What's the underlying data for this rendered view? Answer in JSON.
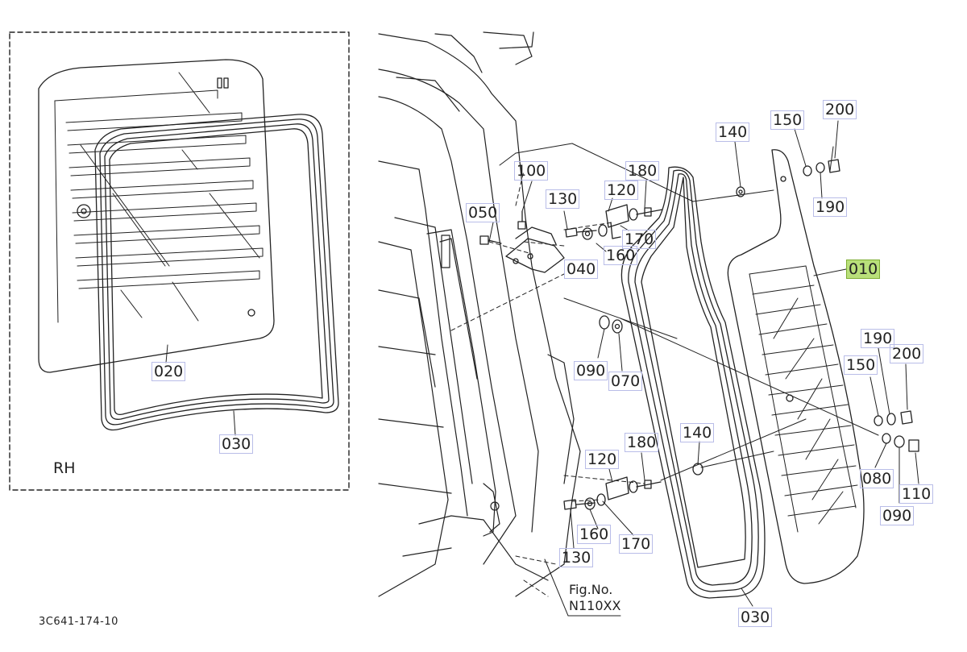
{
  "diagram": {
    "labels": [
      {
        "id": "010",
        "text": "010",
        "highlighted": true
      },
      {
        "id": "020",
        "text": "020"
      },
      {
        "id": "030a",
        "text": "030"
      },
      {
        "id": "030b",
        "text": "030"
      },
      {
        "id": "040",
        "text": "040"
      },
      {
        "id": "050",
        "text": "050"
      },
      {
        "id": "070",
        "text": "070"
      },
      {
        "id": "080",
        "text": "080"
      },
      {
        "id": "090a",
        "text": "090"
      },
      {
        "id": "090b",
        "text": "090"
      },
      {
        "id": "100",
        "text": "100"
      },
      {
        "id": "110",
        "text": "110"
      },
      {
        "id": "120a",
        "text": "120"
      },
      {
        "id": "120b",
        "text": "120"
      },
      {
        "id": "130a",
        "text": "130"
      },
      {
        "id": "130b",
        "text": "130"
      },
      {
        "id": "140a",
        "text": "140"
      },
      {
        "id": "140b",
        "text": "140"
      },
      {
        "id": "150a",
        "text": "150"
      },
      {
        "id": "150b",
        "text": "150"
      },
      {
        "id": "160a",
        "text": "160"
      },
      {
        "id": "160b",
        "text": "160"
      },
      {
        "id": "170a",
        "text": "170"
      },
      {
        "id": "170b",
        "text": "170"
      },
      {
        "id": "180a",
        "text": "180"
      },
      {
        "id": "180b",
        "text": "180"
      },
      {
        "id": "190a",
        "text": "190"
      },
      {
        "id": "190b",
        "text": "190"
      },
      {
        "id": "200a",
        "text": "200"
      },
      {
        "id": "200b",
        "text": "200"
      }
    ],
    "side_label": "RH",
    "fig_ref": {
      "line1": "Fig.No.",
      "line2": "N110XX"
    },
    "drawing_code": "3C641-174-10",
    "colors": {
      "highlight": "#b9e07a",
      "label_border": "#b9bde8",
      "line": "#222222"
    }
  }
}
